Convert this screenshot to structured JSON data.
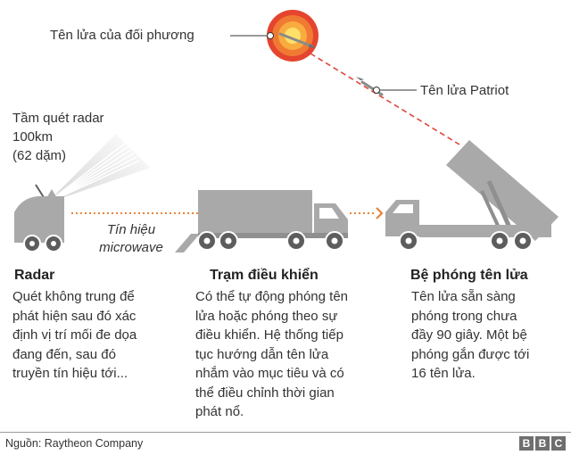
{
  "labels": {
    "enemy_missile": "Tên lửa của đối phương",
    "patriot_missile": "Tên lửa Patriot",
    "radar_range": "Tầm quét radar\n100km\n(62 dặm)",
    "signal": "Tín hiệu\nmicrowave"
  },
  "columns": [
    {
      "title": "Radar",
      "lines": [
        "Quét không trung để",
        "phát hiện sau đó xác",
        "định vị trí mối đe dọa",
        "đang đến, sau đó",
        "truyền tín hiệu tới..."
      ]
    },
    {
      "title": "Trạm điều khiển",
      "lines": [
        "Có thể tự động phóng tên",
        "lửa hoặc phóng theo sự",
        "điều khiển. Hệ thống tiếp",
        "tục hướng dẫn tên lửa",
        "nhắm vào mục tiêu và có",
        "thể điều chỉnh thời gian",
        "phát nổ."
      ]
    },
    {
      "title": "Bệ phóng tên lửa",
      "lines": [
        "Tên lửa sẵn sàng",
        "phóng trong chưa",
        "đầy 90 giây. Một bệ",
        "phóng gắn được tới",
        "16 tên lửa."
      ]
    }
  ],
  "footer": {
    "source": "Nguồn: Raytheon Company",
    "logo_letters": [
      "B",
      "B",
      "C"
    ]
  },
  "colors": {
    "vehicle_grey": "#a9a9a9",
    "dark_grey": "#5d5d5d",
    "arrow_orange": "#e8843a",
    "trajectory_red": "#e0463a"
  }
}
